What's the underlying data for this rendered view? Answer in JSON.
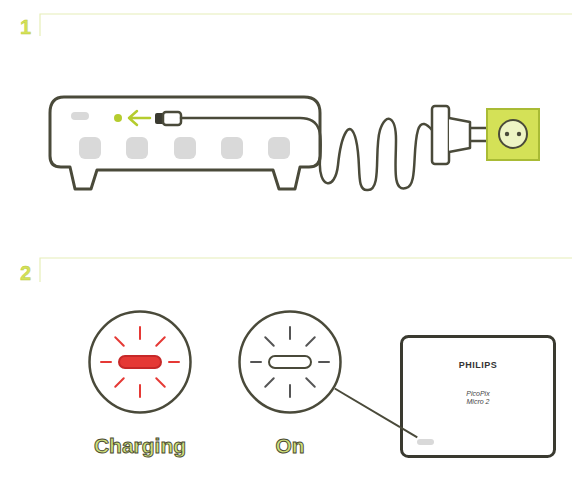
{
  "diagram": {
    "nodes": [
      {
        "text": [
          "Charging"
        ]
      },
      {
        "text": [
          "On"
        ]
      },
      {
        "text": [
          "PHILIPS",
          "PicoPix Micro 2"
        ]
      }
    ],
    "edges": [
      {
        "from": 1,
        "to": 2,
        "arrow": "none"
      }
    ],
    "labels": [
      "1",
      "2"
    ]
  }
}
